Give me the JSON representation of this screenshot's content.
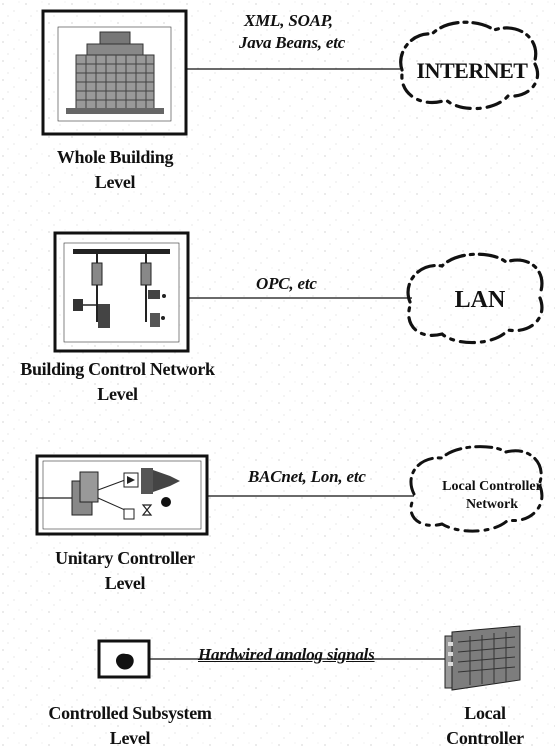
{
  "levels": [
    {
      "label_line1": "Whole Building",
      "label_line2": "Level",
      "protocol_line1": "XML, SOAP,",
      "protocol_line2": "Java Beans, etc",
      "network": "INTERNET",
      "icon": "building-icon"
    },
    {
      "label_line1": "Building Control Network",
      "label_line2": "Level",
      "protocol_line1": "OPC, etc",
      "network": "LAN",
      "icon": "control-schematic-icon"
    },
    {
      "label_line1": "Unitary Controller",
      "label_line2": "Level",
      "protocol_line1": "BACnet, Lon, etc",
      "network_line1": "Local Controller",
      "network_line2": "Network",
      "icon": "unitary-controller-icon"
    },
    {
      "label_line1": "Controlled Subsystem",
      "label_line2": "Level",
      "protocol_line1": "Hardwired analog signals",
      "endpoint_line1": "Local",
      "endpoint_line2": "Controller",
      "icon": "subsystem-icon",
      "endpoint_icon": "local-controller-icon"
    }
  ]
}
